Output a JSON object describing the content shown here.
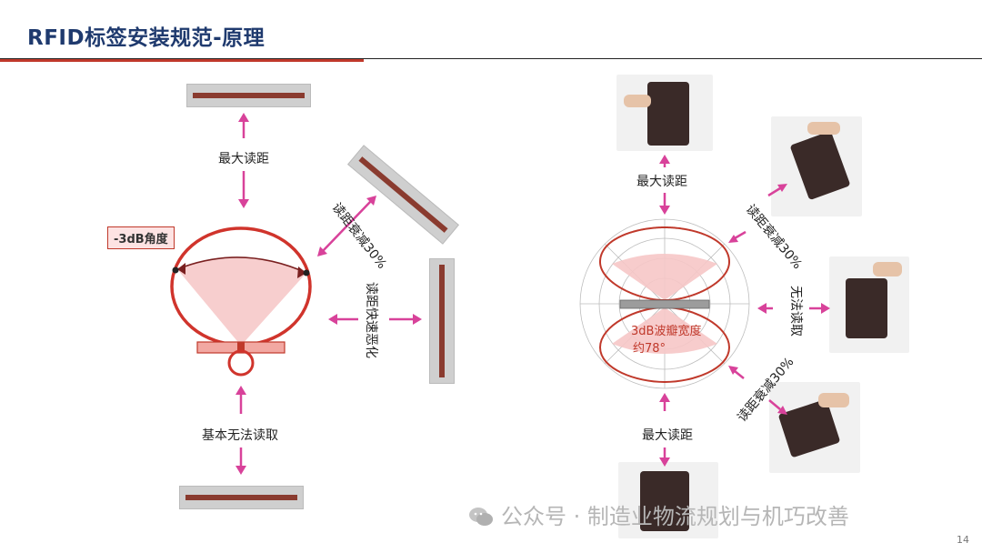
{
  "header": {
    "title": "RFID标签安装规范-原理"
  },
  "left": {
    "badge": "-3dB角度",
    "labels": {
      "max_read": "最大读距",
      "attenuate": "读距衰减30%",
      "degrade": "读距快速恶化",
      "no_read": "基本无法读取"
    }
  },
  "right": {
    "labels": {
      "max_read_top": "最大读距",
      "max_read_bottom": "最大读距",
      "attenuate_upper": "读距衰减30%",
      "no_read": "无法读取",
      "attenuate_lower": "读距衰减30%"
    },
    "beam_width": "3dB波瓣宽度",
    "beam_value": "约78°"
  },
  "footer": {
    "watermark": "公众号 · 制造业物流规划与机巧改善",
    "page_number": "14"
  },
  "colors": {
    "arrow": "#d8429a",
    "accent": "#c0392b",
    "title": "#1f3a6e"
  }
}
